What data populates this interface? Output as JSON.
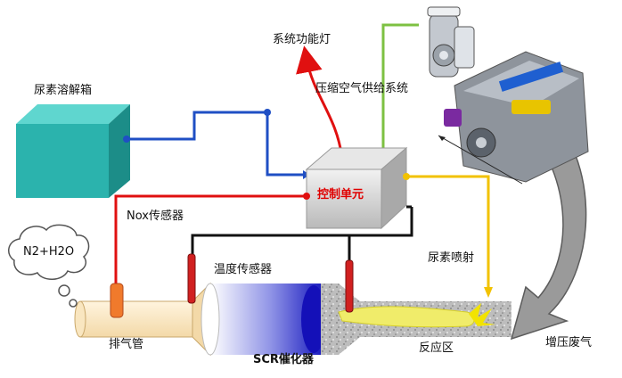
{
  "diagram": {
    "labels": {
      "urea_tank": "尿素溶解箱",
      "indicator_lamp": "系统功能灯",
      "compressed_air": "压缩空气供给系统",
      "control_unit": "控制单元",
      "nox_sensor": "Nox传感器",
      "products": "N2+H2O",
      "temp_sensor": "温度传感器",
      "urea_injection": "尿素喷射",
      "exhaust_pipe": "排气管",
      "scr_catalyst": "SCR催化器",
      "reaction_zone": "反应区",
      "turbo_exhaust": "增压废气"
    },
    "colors": {
      "tank": "#2bb3ad",
      "blue_line": "#1f4fc4",
      "red_line": "#e01010",
      "green_line": "#7dc142",
      "yellow_line": "#f2c200",
      "black_line": "#111111",
      "catalyst": "#2a2ad0",
      "urea_spray": "#f0ec6a"
    }
  }
}
